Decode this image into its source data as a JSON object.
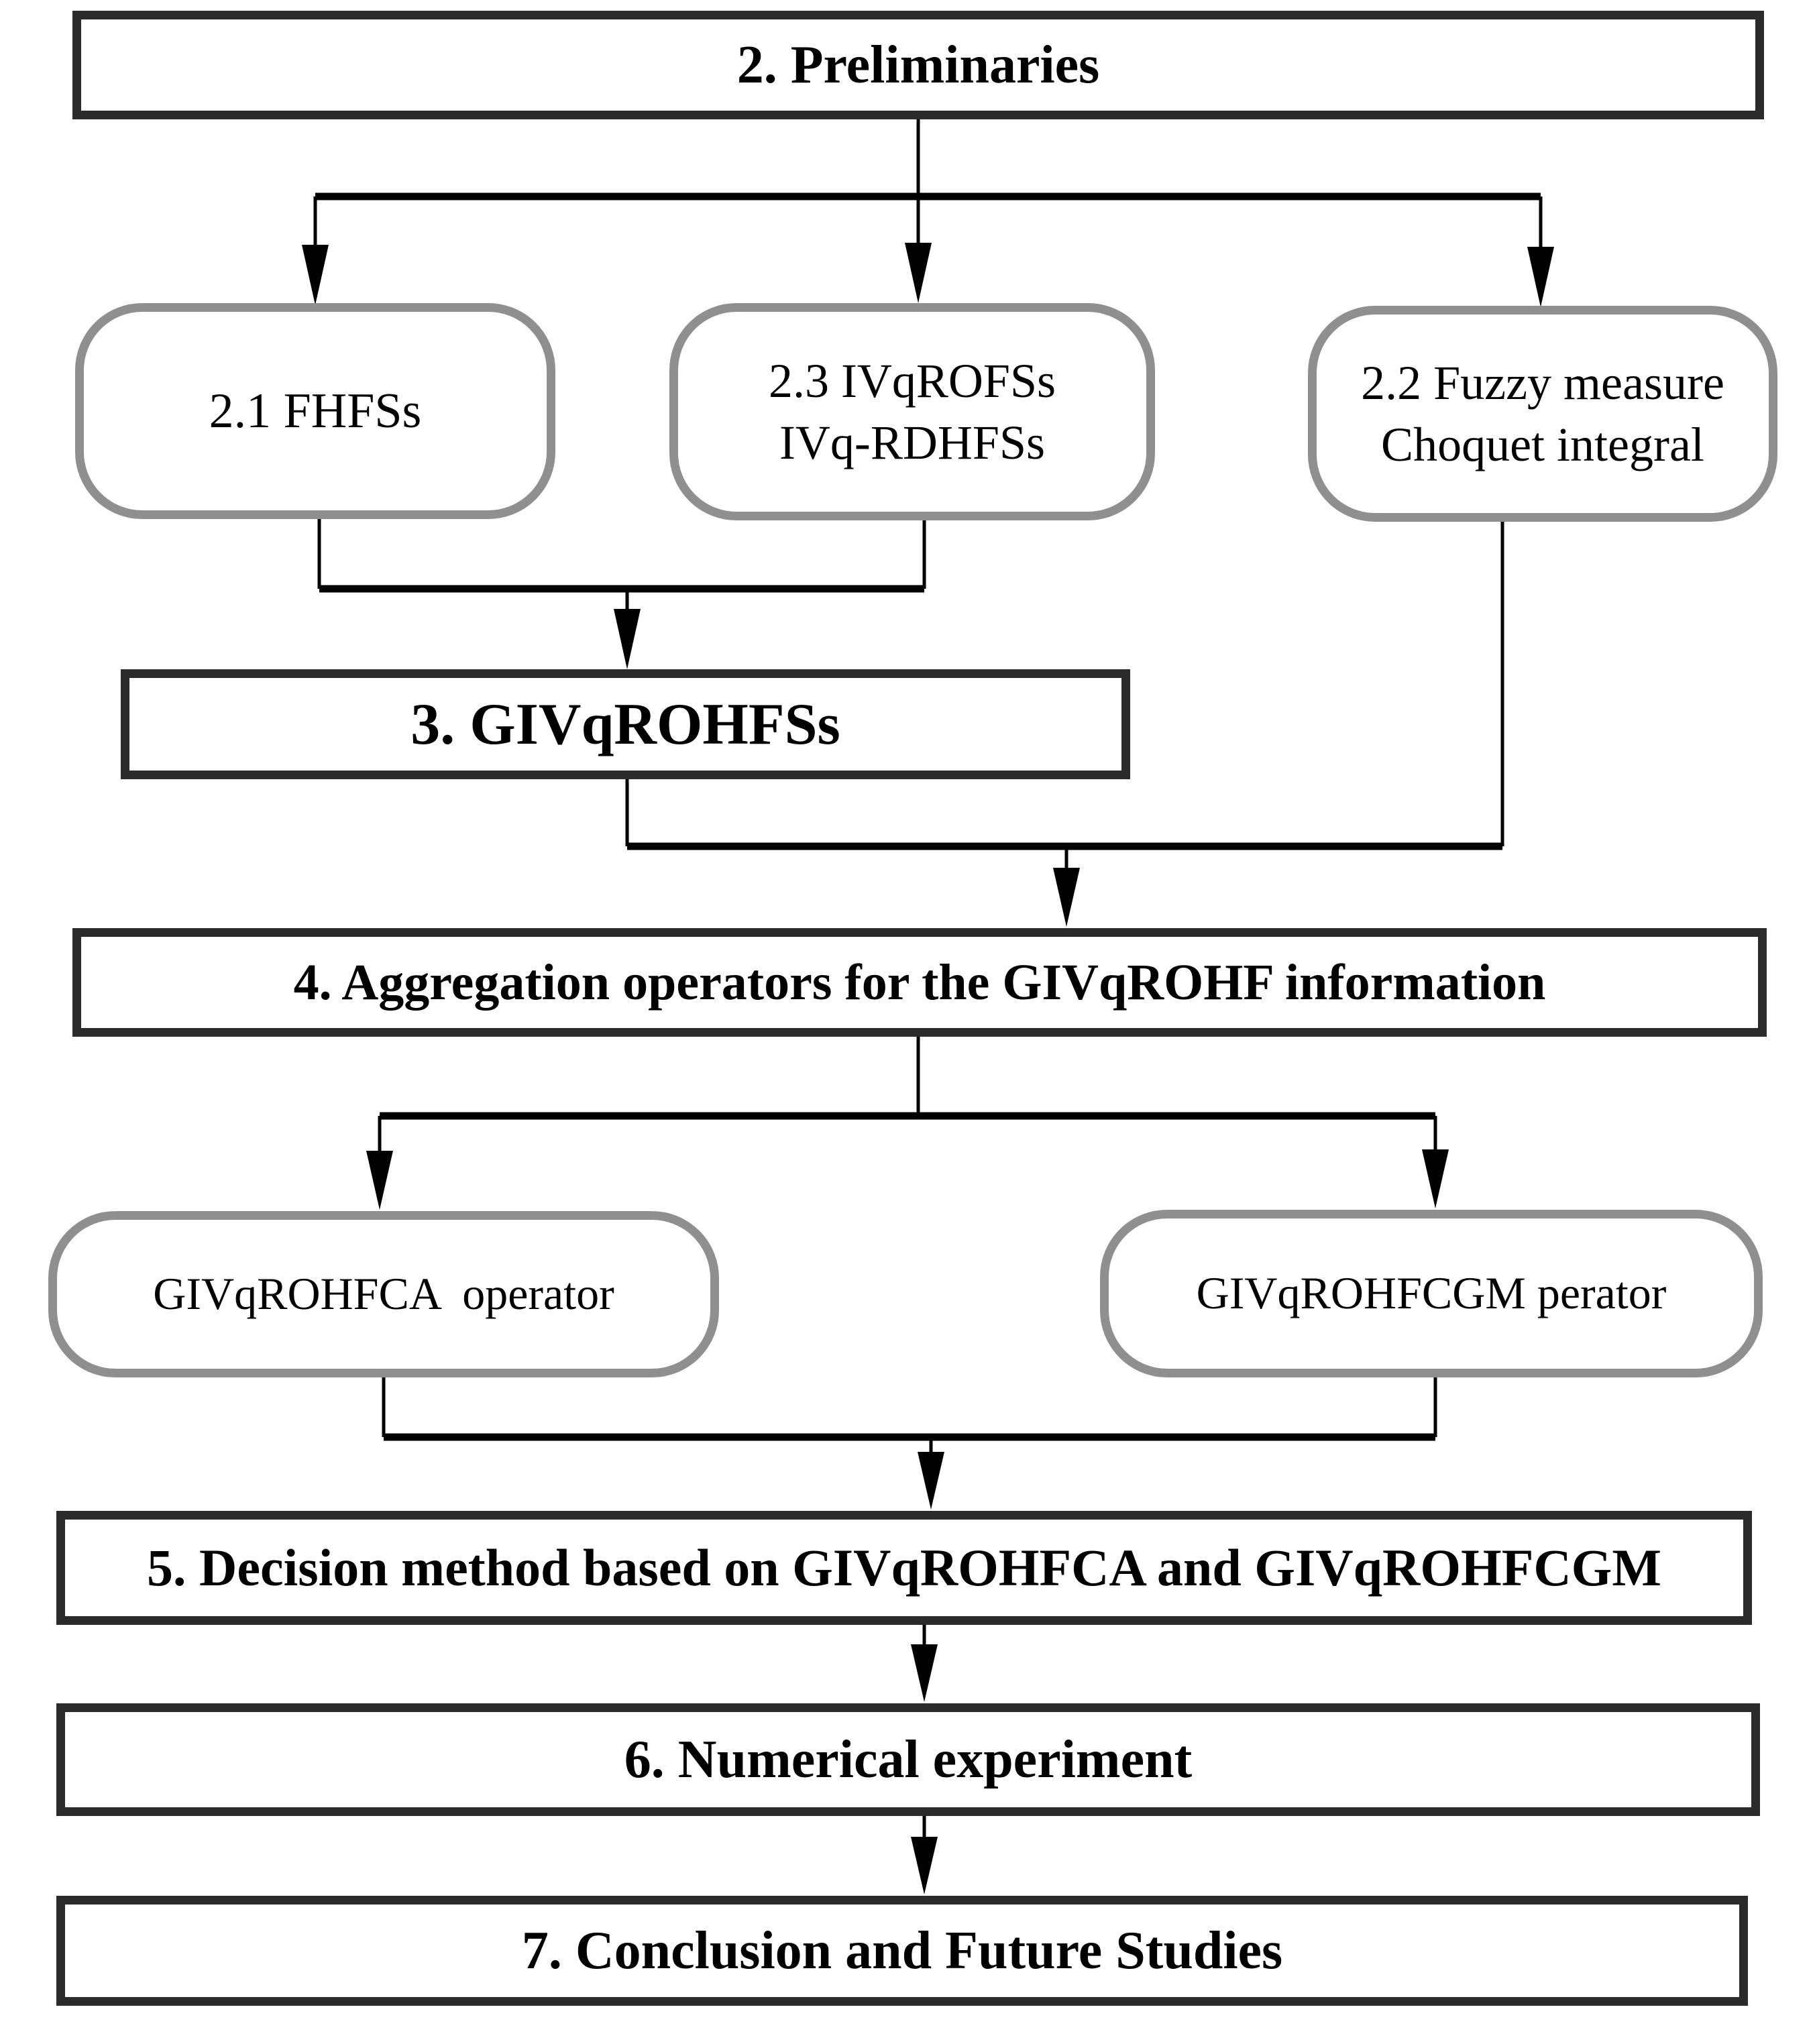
{
  "diagram_title": "Paper structure flowchart",
  "nodes": {
    "preliminaries": {
      "label": "2. Preliminaries",
      "shape": "rect"
    },
    "fhfss": {
      "label": "2.1 FHFSs",
      "shape": "rounded"
    },
    "ivqrofss": {
      "label1": "2.3 IVqROFSs",
      "label2": "IVq-RDHFSs",
      "shape": "rounded"
    },
    "fuzzy_measure": {
      "label1": "2.2 Fuzzy measure",
      "label2": "Choquet integral",
      "shape": "rounded"
    },
    "givqrohfss": {
      "label": "3. GIVqROHFSs",
      "shape": "rect"
    },
    "aggregation": {
      "label": "4. Aggregation operators for the GIVqROHF information",
      "shape": "rect"
    },
    "ca_operator": {
      "label": "GIVqROHFCA  operator",
      "shape": "rounded"
    },
    "cgm_operator": {
      "label": "GIVqROHFCGM perator",
      "shape": "rounded"
    },
    "decision": {
      "label": "5. Decision method based on GIVqROHFCA and GIVqROHFCGM",
      "shape": "rect"
    },
    "numerical": {
      "label": "6. Numerical experiment",
      "shape": "rect"
    },
    "conclusion": {
      "label": "7. Conclusion and Future Studies",
      "shape": "rect"
    }
  },
  "edges": [
    {
      "from": "preliminaries",
      "to": "fhfss"
    },
    {
      "from": "preliminaries",
      "to": "ivqrofss"
    },
    {
      "from": "preliminaries",
      "to": "fuzzy_measure"
    },
    {
      "from": "fhfss",
      "to": "givqrohfss"
    },
    {
      "from": "ivqrofss",
      "to": "givqrohfss"
    },
    {
      "from": "givqrohfss",
      "to": "aggregation"
    },
    {
      "from": "fuzzy_measure",
      "to": "aggregation"
    },
    {
      "from": "aggregation",
      "to": "ca_operator"
    },
    {
      "from": "aggregation",
      "to": "cgm_operator"
    },
    {
      "from": "ca_operator",
      "to": "decision"
    },
    {
      "from": "cgm_operator",
      "to": "decision"
    },
    {
      "from": "decision",
      "to": "numerical"
    },
    {
      "from": "numerical",
      "to": "conclusion"
    }
  ],
  "colors": {
    "background": "#ffffff",
    "rect_border": "#2b2b2b",
    "oval_border": "#8f8f8f",
    "line": "#000000",
    "text": "#000000"
  }
}
